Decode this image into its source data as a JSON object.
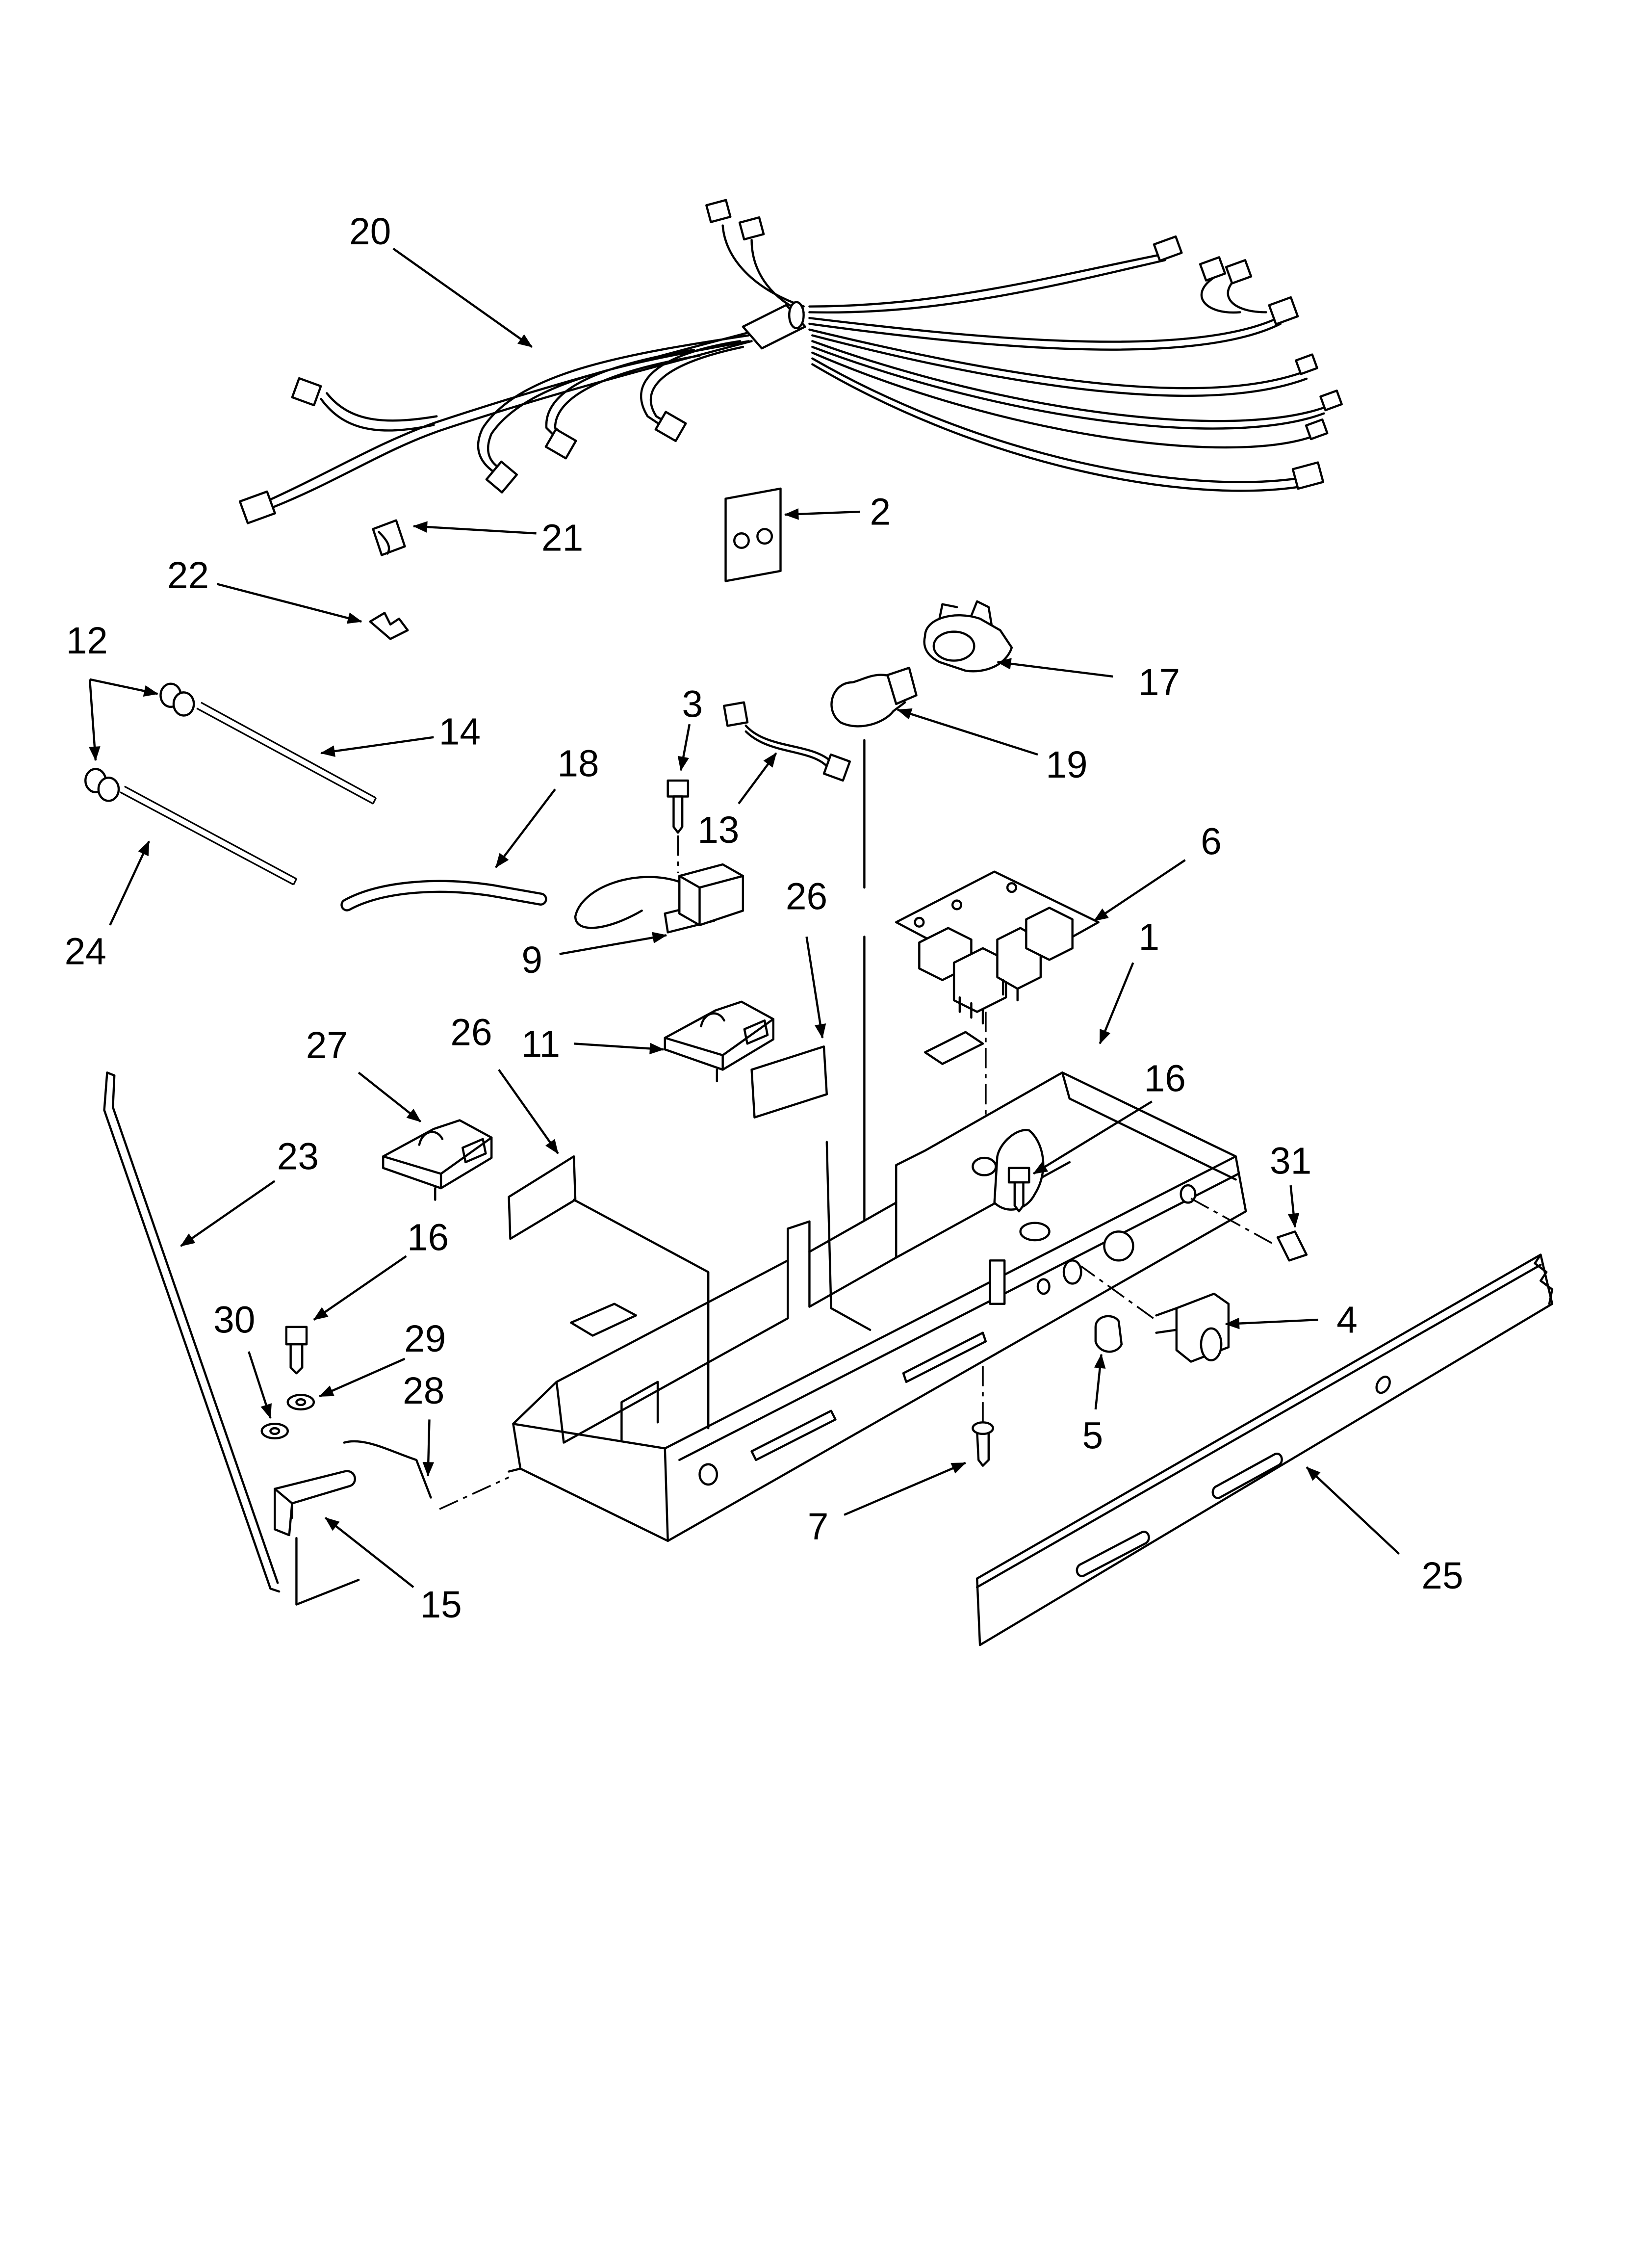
{
  "labels": [
    "20",
    "21",
    "2",
    "22",
    "12",
    "14",
    "3",
    "17",
    "19",
    "18",
    "13",
    "24",
    "9",
    "6",
    "26",
    "1",
    "27",
    "26",
    "11",
    "16",
    "23",
    "31",
    "16",
    "30",
    "29",
    "4",
    "28",
    "5",
    "7",
    "15",
    "25"
  ]
}
